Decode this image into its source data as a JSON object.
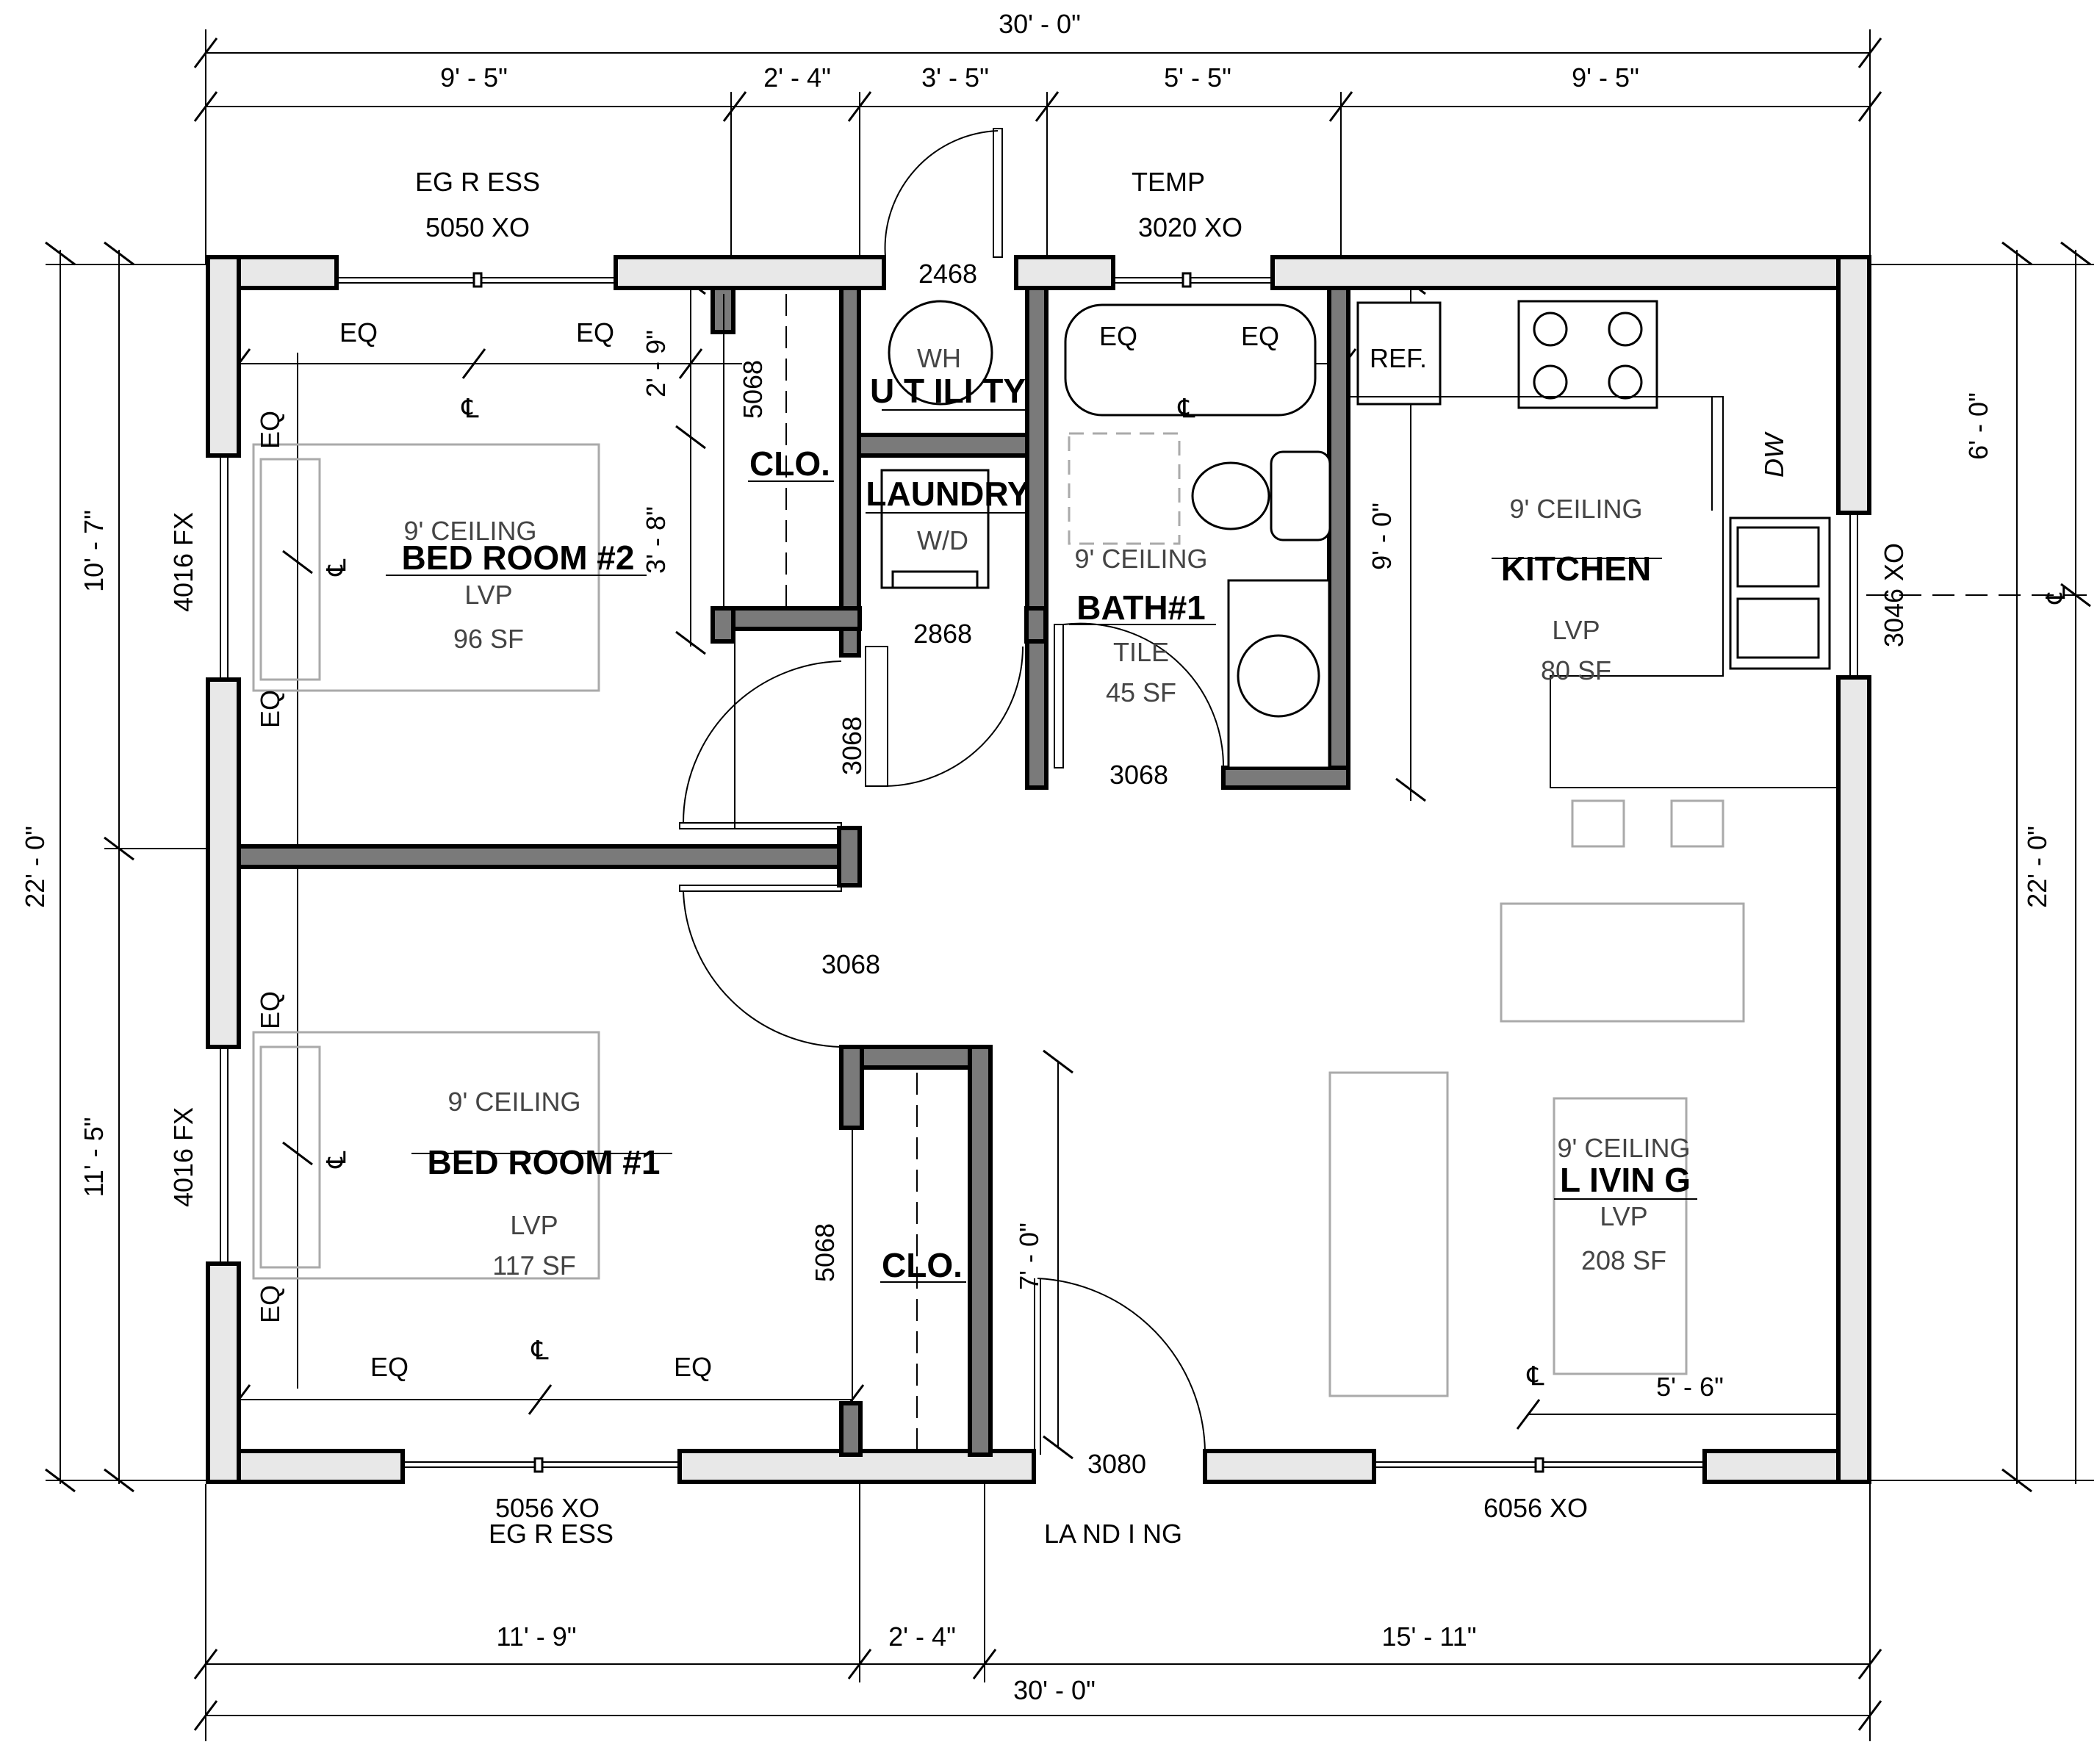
{
  "dimensions": {
    "top_overall": "30' - 0\"",
    "top_segments": [
      "9' - 5\"",
      "2' - 4\"",
      "3' - 5\"",
      "5' - 5\"",
      "9' - 5\""
    ],
    "bottom_segments": [
      "11' - 9\"",
      "2' - 4\"",
      "15' - 11\""
    ],
    "bottom_overall": "30' - 0\"",
    "left_overall": "22' - 0\"",
    "left_upper": "10' - 7\"",
    "left_lower": "11' - 5\"",
    "right_overall": "22' - 0\"",
    "right_upper": "6' - 0\"",
    "interior": {
      "closet_upper": "2' - 9\"",
      "closet_lower": "3' - 8\"",
      "kitchen_height": "9' - 0\"",
      "closet_depth": "7' - 0\"",
      "island": "5' - 6\""
    }
  },
  "windows": {
    "egress_top_label": "EG R ESS",
    "egress_top_size": "5050 XO",
    "temp_label": "TEMP",
    "temp_size": "3020 XO",
    "left_upper": "4016 FX",
    "left_lower": "4016 FX",
    "right": "3046 XO",
    "bottom_left_size": "5056 XO",
    "bottom_left_label": "EG R ESS",
    "bottom_right_size": "6056 XO"
  },
  "doors": {
    "utility": "2468",
    "laundry": "2868",
    "bed2_closet": "5068",
    "bed2": "3068",
    "bath": "3068",
    "bed1": "3068",
    "bed1_closet": "5068",
    "entry": "3080"
  },
  "eq": "EQ",
  "centerline": "℄",
  "landing": "LA ND I NG",
  "rooms": {
    "bed2": {
      "name": "BED ROOM #2",
      "ceiling": "9' CEILING",
      "floor": "LVP",
      "area": "96 SF"
    },
    "bed1": {
      "name": "BED ROOM #1",
      "ceiling": "9' CEILING",
      "floor": "LVP",
      "area": "117 SF"
    },
    "closet_upper": {
      "name": "CLO."
    },
    "closet_lower": {
      "name": "CLO."
    },
    "utility": {
      "name": "U T ILI TY",
      "wh": "WH"
    },
    "laundry": {
      "name": "LAUNDRY",
      "wd": "W/D"
    },
    "bath": {
      "name": "BATH#1",
      "ceiling": "9' CEILING",
      "floor": "TILE",
      "area": "45 SF"
    },
    "kitchen": {
      "name": "KITCHEN",
      "ceiling": "9' CEILING",
      "floor": "LVP",
      "area": "80 SF",
      "ref": "REF.",
      "dw": "DW"
    },
    "living": {
      "name": "L IVIN G",
      "ceiling": "9' CEILING",
      "floor": "LVP",
      "area": "208 SF"
    }
  }
}
